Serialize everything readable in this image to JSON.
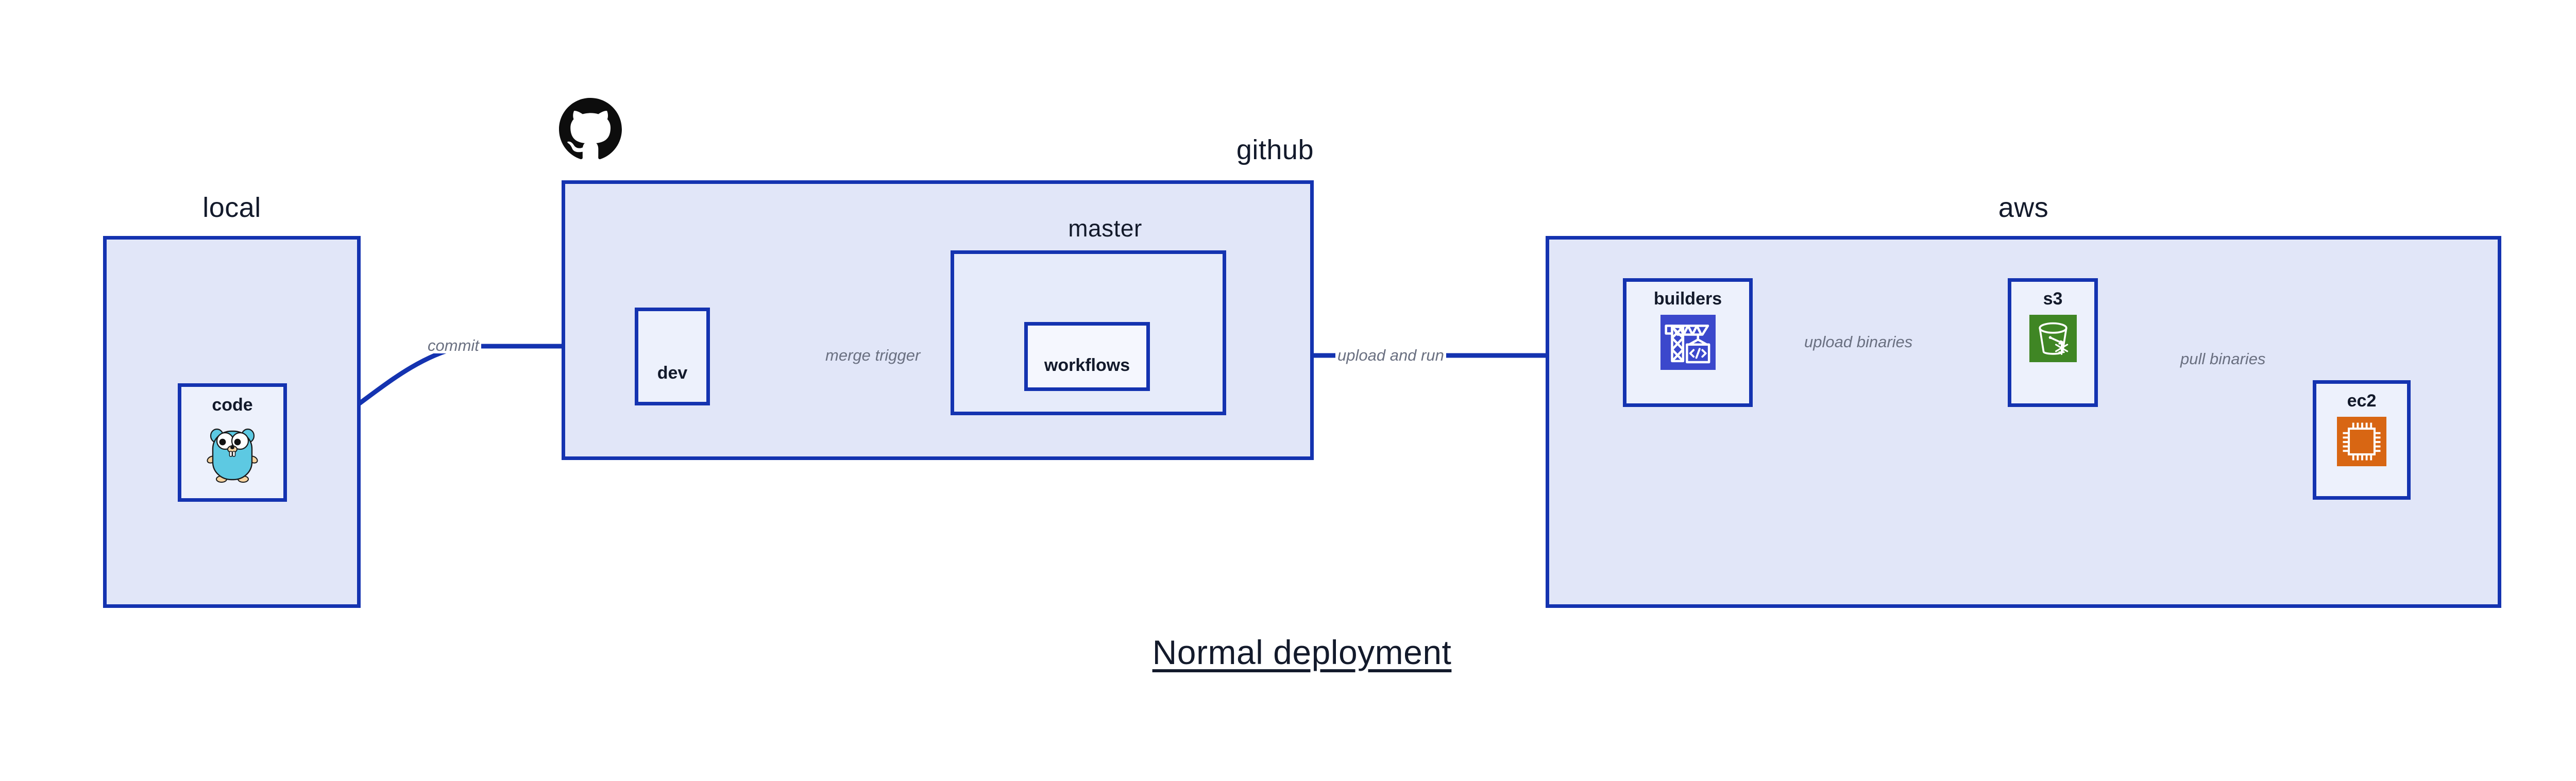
{
  "diagram": {
    "title": "Normal deployment",
    "accent_border_color": "#1433B0",
    "group_fill_color": "#E1E6F8",
    "node_fill_color": "#EDF1FC",
    "edge_label_color": "#6A7081",
    "text_color": "#131A2B",
    "background_color": "#FFFFFF"
  },
  "groups": {
    "local": {
      "label": "local",
      "nodes": {
        "code": {
          "label": "code",
          "icon": "go-gopher-icon"
        }
      }
    },
    "github": {
      "label": "github",
      "logo_icon": "github-octocat-icon",
      "nodes": {
        "dev": {
          "label": "dev"
        }
      },
      "subgroups": {
        "master": {
          "label": "master",
          "nodes": {
            "workflows": {
              "label": "workflows"
            }
          }
        }
      }
    },
    "aws": {
      "label": "aws",
      "nodes": {
        "builders": {
          "label": "builders",
          "icon": "aws-codebuild-crane-icon",
          "icon_color": "#3B48CC"
        },
        "s3": {
          "label": "s3",
          "icon": "aws-s3-glacier-bucket-icon",
          "icon_color": "#3F8624"
        },
        "ec2": {
          "label": "ec2",
          "icon": "aws-ec2-cpu-chip-icon",
          "icon_color": "#D86613"
        }
      }
    }
  },
  "edges": [
    {
      "id": "commit",
      "label": "commit",
      "from": "code",
      "to": "dev"
    },
    {
      "id": "merge-trigger",
      "label": "merge trigger",
      "from": "dev",
      "to": "workflows"
    },
    {
      "id": "upload-run",
      "label": "upload and run",
      "from": "workflows",
      "to": "builders"
    },
    {
      "id": "upload-bin",
      "label": "upload binaries",
      "from": "builders",
      "to": "s3"
    },
    {
      "id": "pull-bin",
      "label": "pull binaries",
      "from": "s3",
      "to": "ec2"
    }
  ]
}
